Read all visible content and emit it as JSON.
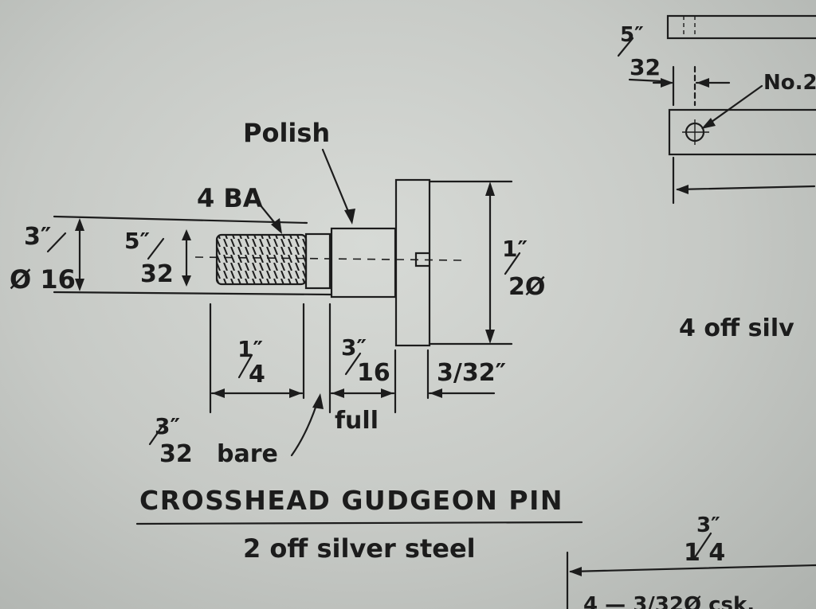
{
  "part": {
    "title": "CROSSHEAD GUDGEON PIN",
    "subtitle": "2 off silver steel",
    "annotations": {
      "polish": "Polish",
      "thread": "4 BA",
      "bare": "bare",
      "full": "full"
    },
    "dimensions": {
      "outer_dia_num": "3″",
      "outer_dia_den": "Ø 16",
      "inner_dia_num": "5″",
      "inner_dia_den": "32",
      "head_dia_num": "1″",
      "head_dia_den": "2Ø",
      "thread_len_num": "1″",
      "thread_len_den": "4",
      "shank_len_num": "3″",
      "shank_len_den": "16",
      "head_thick": "3/32″",
      "bare_num": "3″",
      "bare_den": "32"
    }
  },
  "right_detail": {
    "dim_num": "5″",
    "dim_den": "32",
    "hole_label": "No.2",
    "note": "4 off silv"
  },
  "bottom_detail": {
    "dim_num": "3″",
    "dim_den": "1 4",
    "partial_label": "4 — 3/32Ø csk."
  }
}
